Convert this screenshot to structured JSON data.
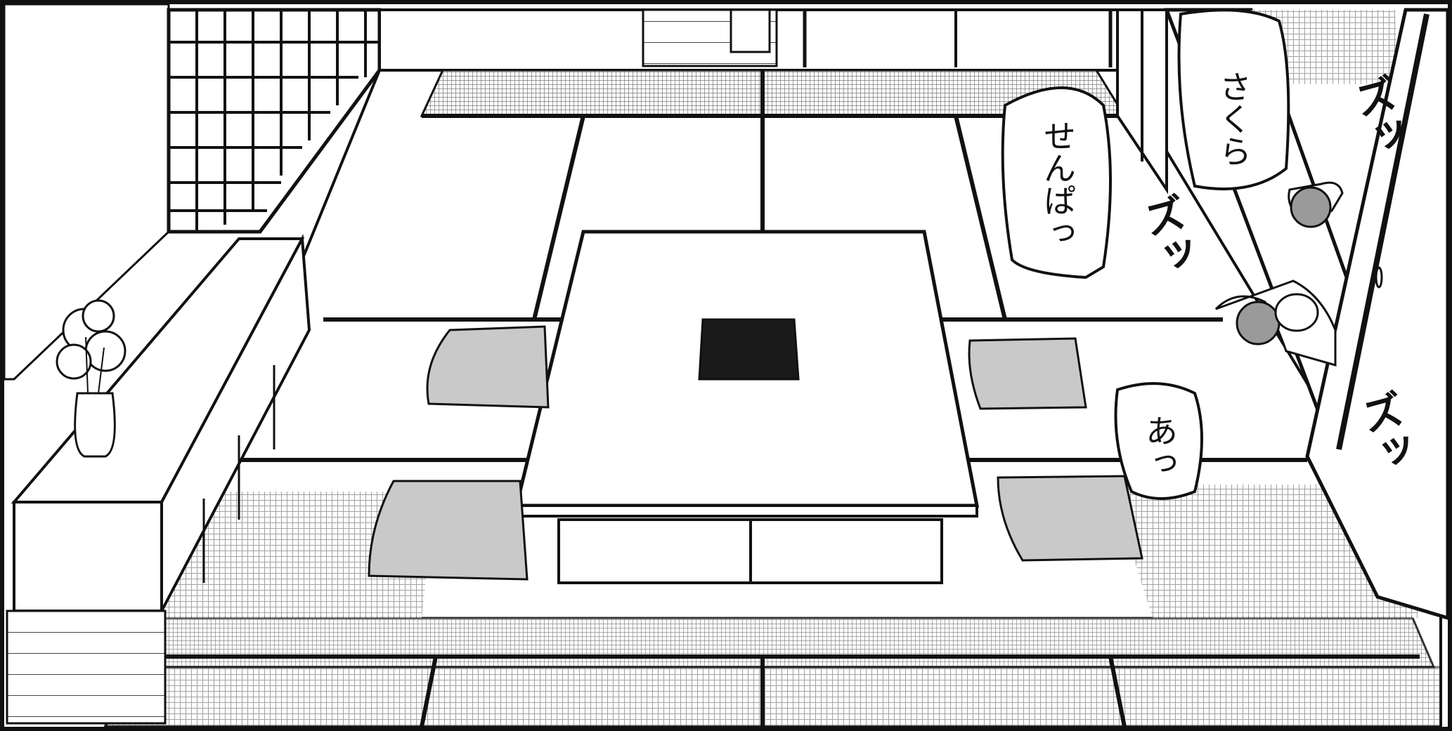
{
  "scene": {
    "medium": "manga panel",
    "room": "tatami room",
    "colors": {
      "ink": "#111111",
      "paper": "#ffffff",
      "screen_tone": "#c9c9c9",
      "tone_dark": "#9a9a9a"
    }
  },
  "dialogue": [
    {
      "id": "bubble-sakura",
      "text": "さくら"
    },
    {
      "id": "bubble-senpai",
      "text": "せんぱっ"
    },
    {
      "id": "bubble-a",
      "text": "あっ"
    }
  ],
  "sound_effects": [
    {
      "id": "sfx-top",
      "text": "ズッ"
    },
    {
      "id": "sfx-mid",
      "text": "ズッ"
    },
    {
      "id": "sfx-bottom",
      "text": "ズッ"
    }
  ]
}
